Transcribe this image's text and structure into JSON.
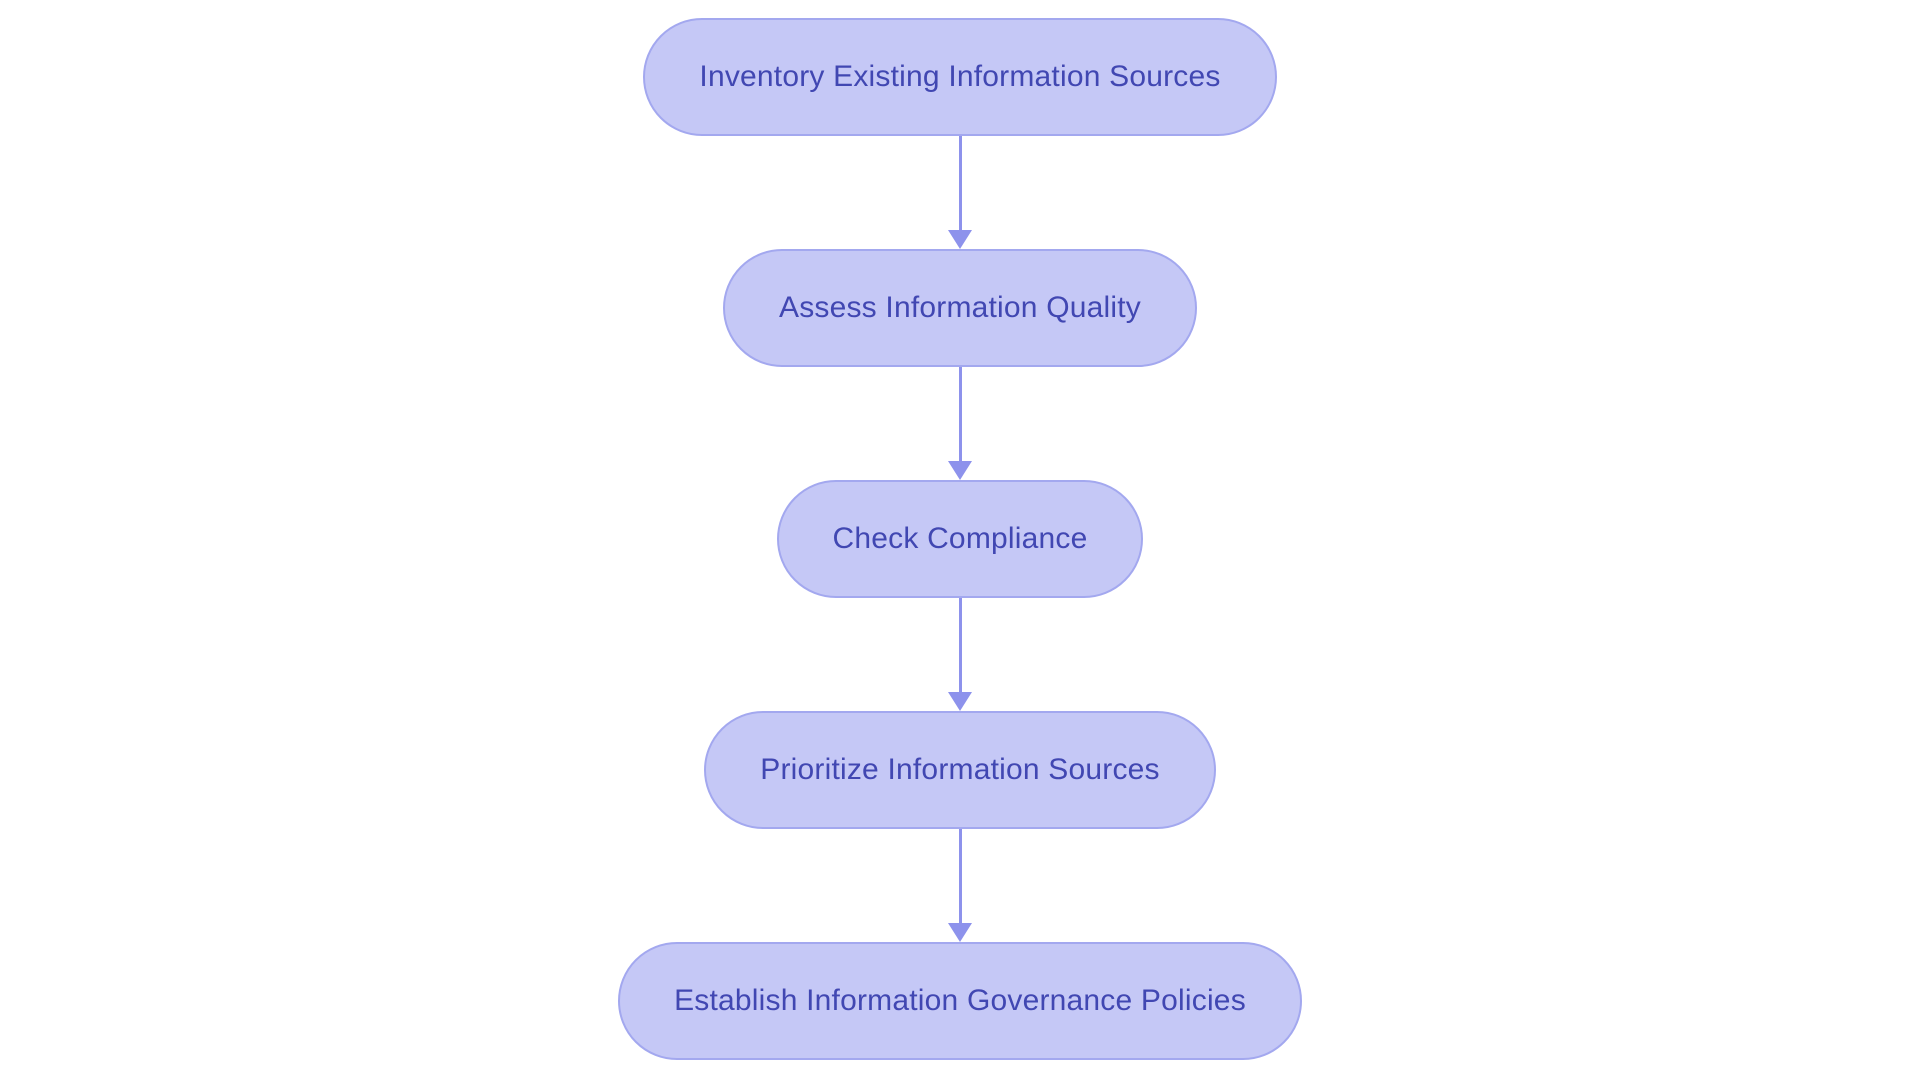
{
  "diagram": {
    "type": "flowchart",
    "direction": "top-down",
    "nodes": [
      {
        "id": "n1",
        "label": "Inventory Existing Information Sources"
      },
      {
        "id": "n2",
        "label": "Assess Information Quality"
      },
      {
        "id": "n3",
        "label": "Check Compliance"
      },
      {
        "id": "n4",
        "label": "Prioritize Information Sources"
      },
      {
        "id": "n5",
        "label": "Establish Information Governance Policies"
      }
    ],
    "edges": [
      {
        "from": "n1",
        "to": "n2"
      },
      {
        "from": "n2",
        "to": "n3"
      },
      {
        "from": "n3",
        "to": "n4"
      },
      {
        "from": "n4",
        "to": "n5"
      }
    ],
    "colors": {
      "node_fill": "#c5c8f6",
      "node_border": "#a3a8ef",
      "node_text": "#4147b2",
      "arrow": "#8d92ec",
      "background": "#ffffff"
    }
  }
}
